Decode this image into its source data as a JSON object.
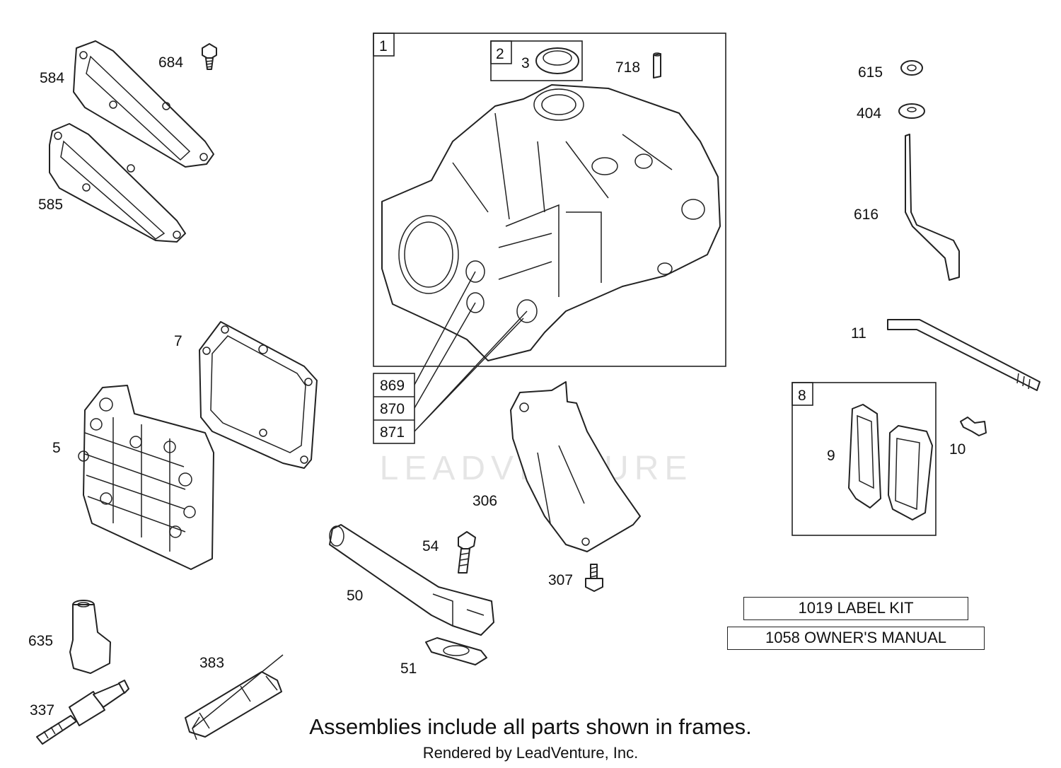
{
  "callouts": {
    "c584": "584",
    "c684": "684",
    "c585": "585",
    "c7": "7",
    "c5": "5",
    "c635": "635",
    "c337": "337",
    "c383": "383",
    "c1": "1",
    "c2": "2",
    "c3": "3",
    "c718": "718",
    "c869": "869",
    "c870": "870",
    "c871": "871",
    "c306": "306",
    "c54": "54",
    "c50": "50",
    "c51": "51",
    "c307": "307",
    "c615": "615",
    "c404": "404",
    "c616": "616",
    "c11": "11",
    "c8": "8",
    "c9": "9",
    "c10": "10"
  },
  "kits": {
    "label_kit": "1019 LABEL KIT",
    "owners_manual": "1058 OWNER'S MANUAL"
  },
  "footer": {
    "note": "Assemblies include all parts shown in frames.",
    "rendered_by": "Rendered by LeadVenture, Inc."
  },
  "watermark": "LEADVENTURE"
}
